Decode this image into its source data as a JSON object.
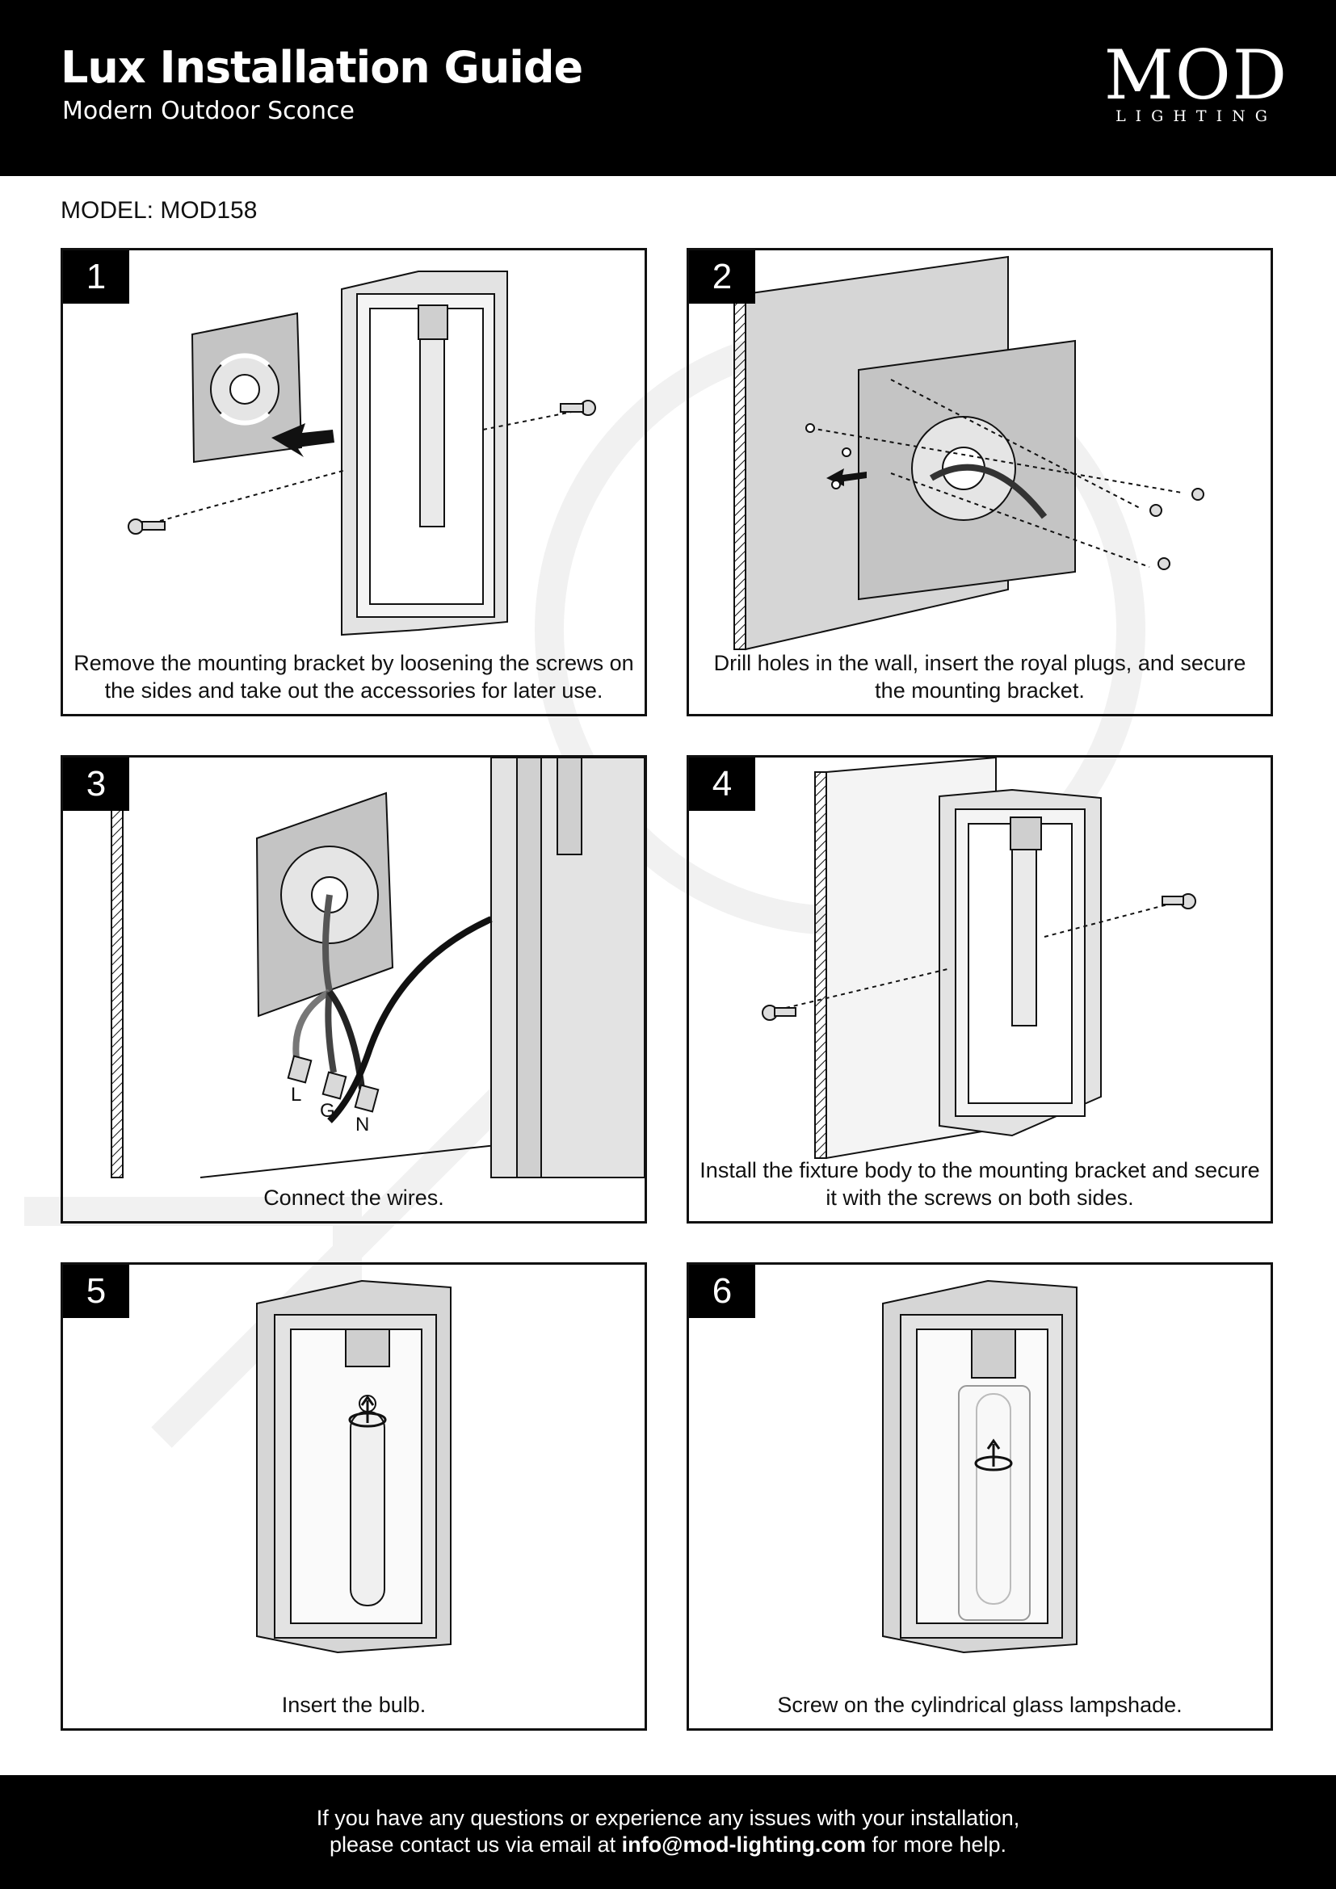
{
  "header": {
    "title": "Lux Installation Guide",
    "subtitle": "Modern Outdoor Sconce",
    "logo_main": "MOD",
    "logo_sub": "LIGHTING"
  },
  "model_label": "MODEL: MOD158",
  "steps": [
    {
      "number": "1",
      "caption": "Remove the mounting bracket by loosening the screws on the sides and take out the accessories for later use."
    },
    {
      "number": "2",
      "caption": "Drill holes in the wall, insert the royal plugs, and secure the mounting bracket."
    },
    {
      "number": "3",
      "caption": "Connect the wires.",
      "wire_labels": [
        "L",
        "G",
        "N"
      ]
    },
    {
      "number": "4",
      "caption": "Install the fixture body to the mounting bracket and secure it with the screws on both sides."
    },
    {
      "number": "5",
      "caption": "Insert the bulb."
    },
    {
      "number": "6",
      "caption": "Screw on the cylindrical glass lampshade."
    }
  ],
  "footer": {
    "line1": "If you have any questions or experience any issues with your installation,",
    "line2_prefix": "please contact us via email at ",
    "email": "info@mod-lighting.com",
    "line2_suffix": " for more help."
  },
  "colors": {
    "header_bg": "#000000",
    "frame_fill": "#e3e3e3",
    "wall_fill": "#d6d6d6",
    "bracket_fill": "#c4c4c4"
  }
}
